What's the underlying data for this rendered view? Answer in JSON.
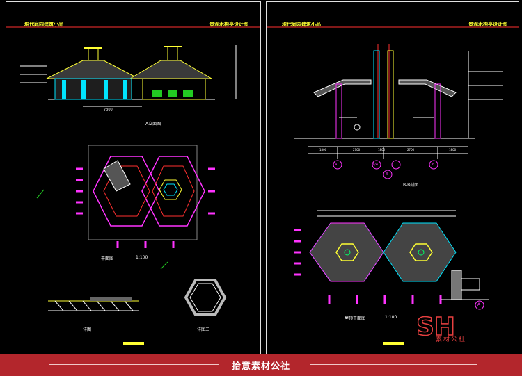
{
  "left_sheet": {
    "header_left": "現代庭园建筑小品",
    "header_right": "景观木构亭设计图",
    "elevation_caption": "A立面图",
    "elevation_width_label": "7300",
    "plan_caption": "平面图",
    "plan_scale": "1:100",
    "detail1_caption": "详图一",
    "detail2_caption": "详图二"
  },
  "right_sheet": {
    "header_left": "現代庭园建筑小品",
    "header_right": "景观木构亭设计图",
    "section_caption": "B-B剖面",
    "plan_caption": "屋顶平面图",
    "plan_scale": "1:100",
    "axis_labels": [
      "4",
      "1/4",
      "5",
      "6"
    ],
    "dim_labels": [
      "1800",
      "2700",
      "1800",
      "2700",
      "1800"
    ],
    "detail_marker": "A"
  },
  "watermark": {
    "logo": "SH",
    "text": "素材公社"
  },
  "footer": {
    "text": "拾意素材公社"
  },
  "colors": {
    "background": "#000000",
    "header": "#ffff33",
    "cyan": "#00e5ff",
    "magenta": "#ff33ff",
    "red": "#ff3030",
    "footer": "#b3262c"
  }
}
